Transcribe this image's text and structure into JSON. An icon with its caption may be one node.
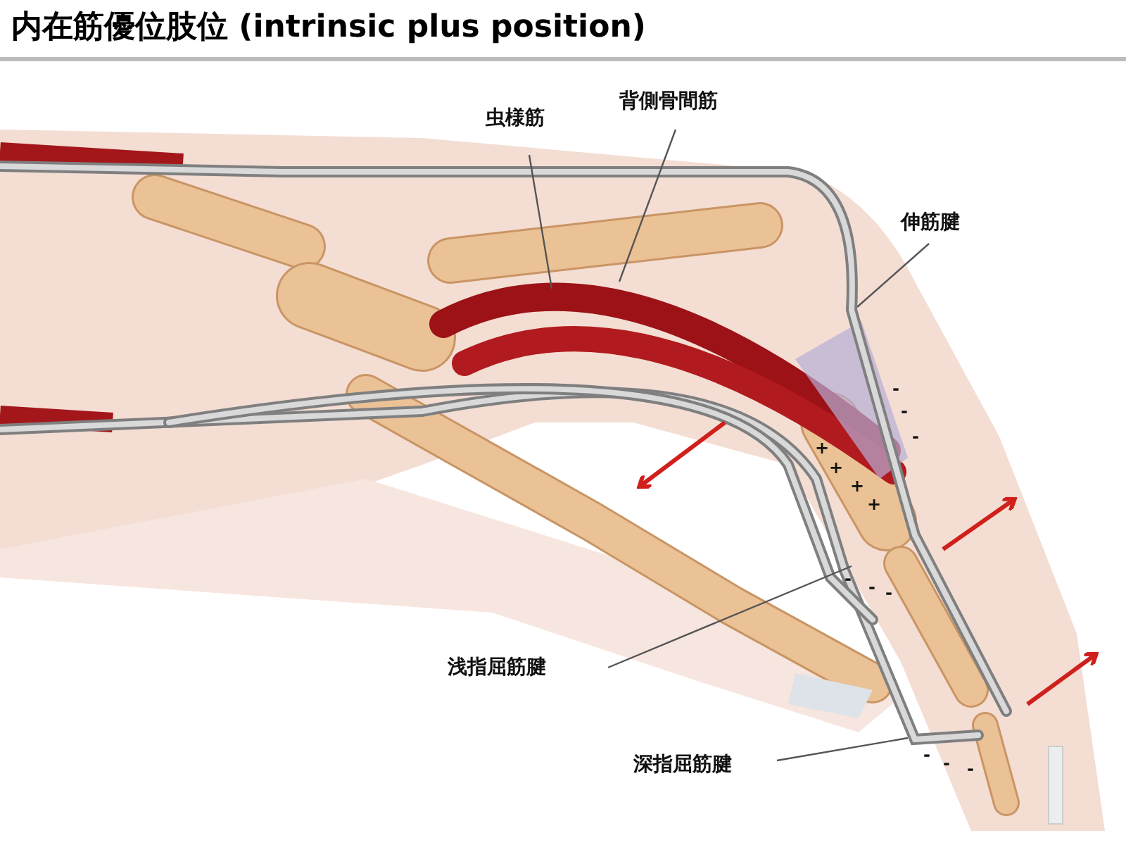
{
  "diagram": {
    "title": "内在筋優位肢位 (intrinsic plus position)",
    "nodes": [
      {
        "text": [
          "虫様筋"
        ]
      },
      {
        "text": [
          "背側骨間筋"
        ]
      },
      {
        "text": [
          "伸筋腱"
        ]
      },
      {
        "text": [
          "浅指屈筋腱"
        ]
      },
      {
        "text": [
          "深指屈筋腱"
        ]
      }
    ],
    "edges": [
      {
        "from": 0,
        "to": null,
        "arrow": "none"
      },
      {
        "from": 1,
        "to": null,
        "arrow": "none"
      },
      {
        "from": 2,
        "to": null,
        "arrow": "none"
      },
      {
        "from": 3,
        "to": null,
        "arrow": "none"
      },
      {
        "from": 4,
        "to": null,
        "arrow": "none"
      }
    ],
    "labels": [
      "-",
      "-",
      "-",
      "+",
      "+",
      "+",
      "+",
      "-",
      "-",
      "-",
      "-",
      "-",
      "-"
    ]
  }
}
